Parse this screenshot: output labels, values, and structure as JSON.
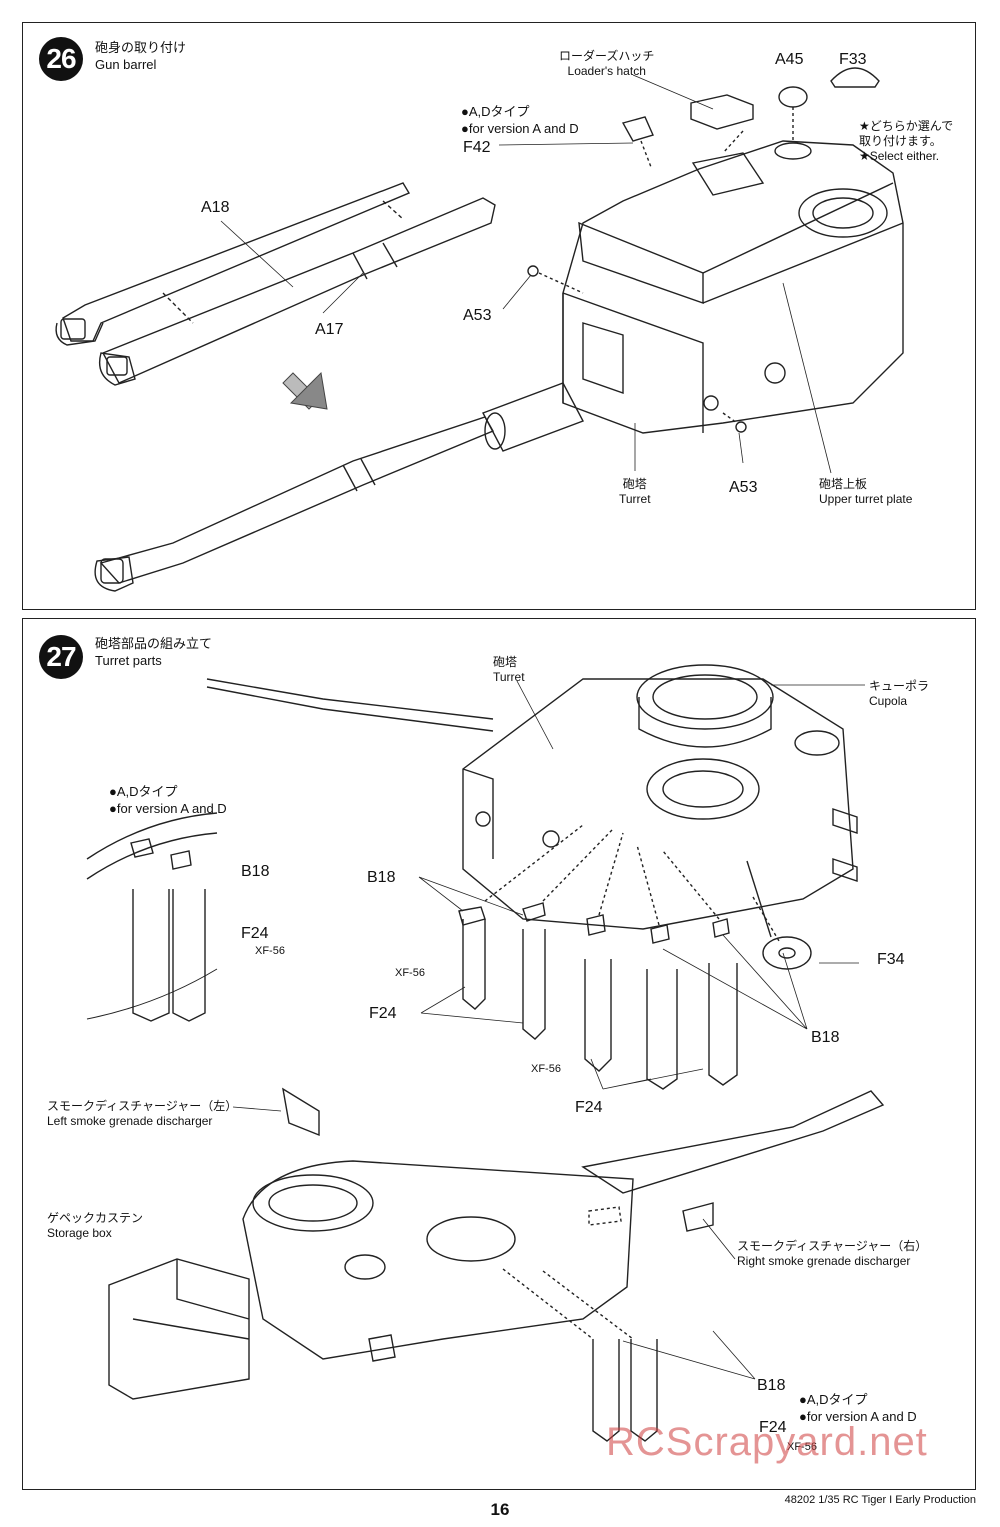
{
  "step26": {
    "number": "26",
    "title_jp": "砲身の取り付け",
    "title_en": "Gun barrel",
    "loader_hatch_jp": "ローダーズハッチ",
    "loader_hatch_en": "Loader's hatch",
    "version_jp": "●A,Dタイプ",
    "version_en": "●for version A and D",
    "select_jp1": "★どちらか選んで",
    "select_jp2": "取り付けます。",
    "select_en": "★Select either.",
    "turret_jp": "砲塔",
    "turret_en": "Turret",
    "upper_plate_jp": "砲塔上板",
    "upper_plate_en": "Upper turret plate",
    "parts": {
      "a45": "A45",
      "f33": "F33",
      "f42": "F42",
      "a18": "A18",
      "a17": "A17",
      "a53_top": "A53",
      "a53_bottom": "A53"
    }
  },
  "step27": {
    "number": "27",
    "title_jp": "砲塔部品の組み立て",
    "title_en": "Turret parts",
    "turret_jp": "砲塔",
    "turret_en": "Turret",
    "cupola_jp": "キューポラ",
    "cupola_en": "Cupola",
    "version_jp": "●A,Dタイプ",
    "version_en": "●for version A and D",
    "left_smoke_jp": "スモークディスチャージャー（左）",
    "left_smoke_en": "Left smoke grenade discharger",
    "right_smoke_jp": "スモークディスチャージャー（右）",
    "right_smoke_en": "Right smoke grenade discharger",
    "storage_jp": "ゲペックカステン",
    "storage_en": "Storage box",
    "version2_jp": "●A,Dタイプ",
    "version2_en": "●for version A and D",
    "parts": {
      "b18_inset": "B18",
      "f24_inset": "F24",
      "xf56_inset": "XF-56",
      "b18_left": "B18",
      "f34": "F34",
      "xf56_mid": "XF-56",
      "f24_left": "F24",
      "b18_right": "B18",
      "xf56_low": "XF-56",
      "f24_mid": "F24",
      "b18_bottom": "B18",
      "f24_bottom": "F24",
      "xf56_bottom": "XF-56"
    }
  },
  "footer": {
    "page_number": "16",
    "model_info": "48202 1/35 RC Tiger I Early Production"
  },
  "watermark": "RCScrapyard.net"
}
